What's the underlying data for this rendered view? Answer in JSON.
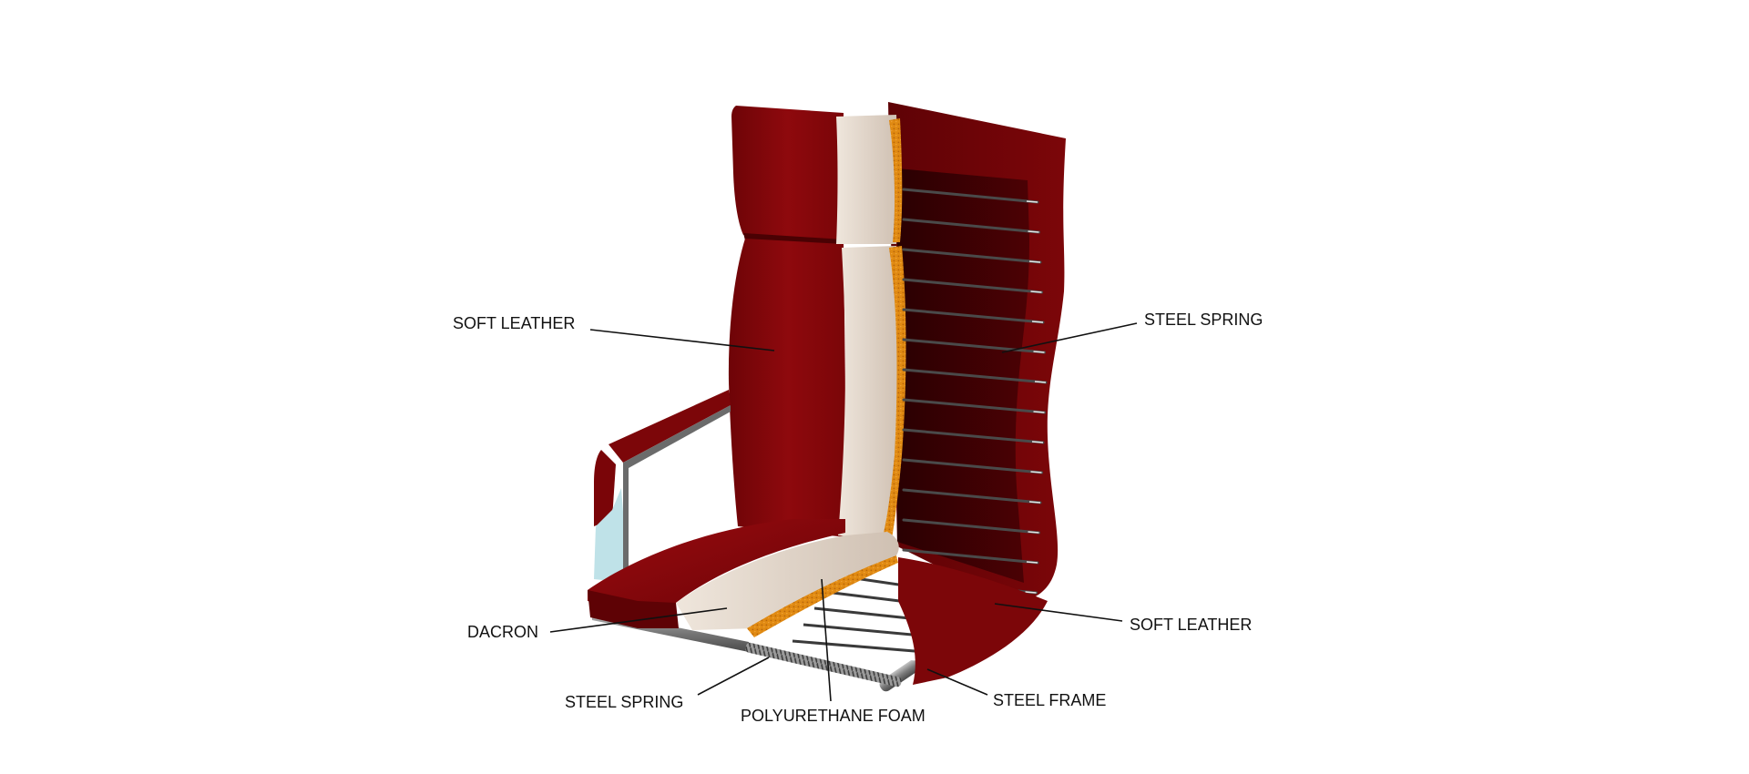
{
  "labels": {
    "soft_leather_left": "SOFT LEATHER",
    "steel_spring_right": "STEEL SPRING",
    "soft_leather_right": "SOFT LEATHER",
    "dacron": "DACRON",
    "steel_spring_bottom": "STEEL SPRING",
    "polyurethane_foam": "POLYURETHANE FOAM",
    "steel_frame": "STEEL FRAME"
  },
  "colors": {
    "leather_light": "#9b0b10",
    "leather_mid": "#7a0508",
    "leather_dark": "#5a0204",
    "leather_deep": "#2c0002",
    "dacron": "#e0d3c7",
    "foam": "#e08a12",
    "steel": "#8a8a8a",
    "spring_wire": "#4a4a4a",
    "armrest_pad": "#bfe2e8",
    "label_text": "#111111"
  }
}
